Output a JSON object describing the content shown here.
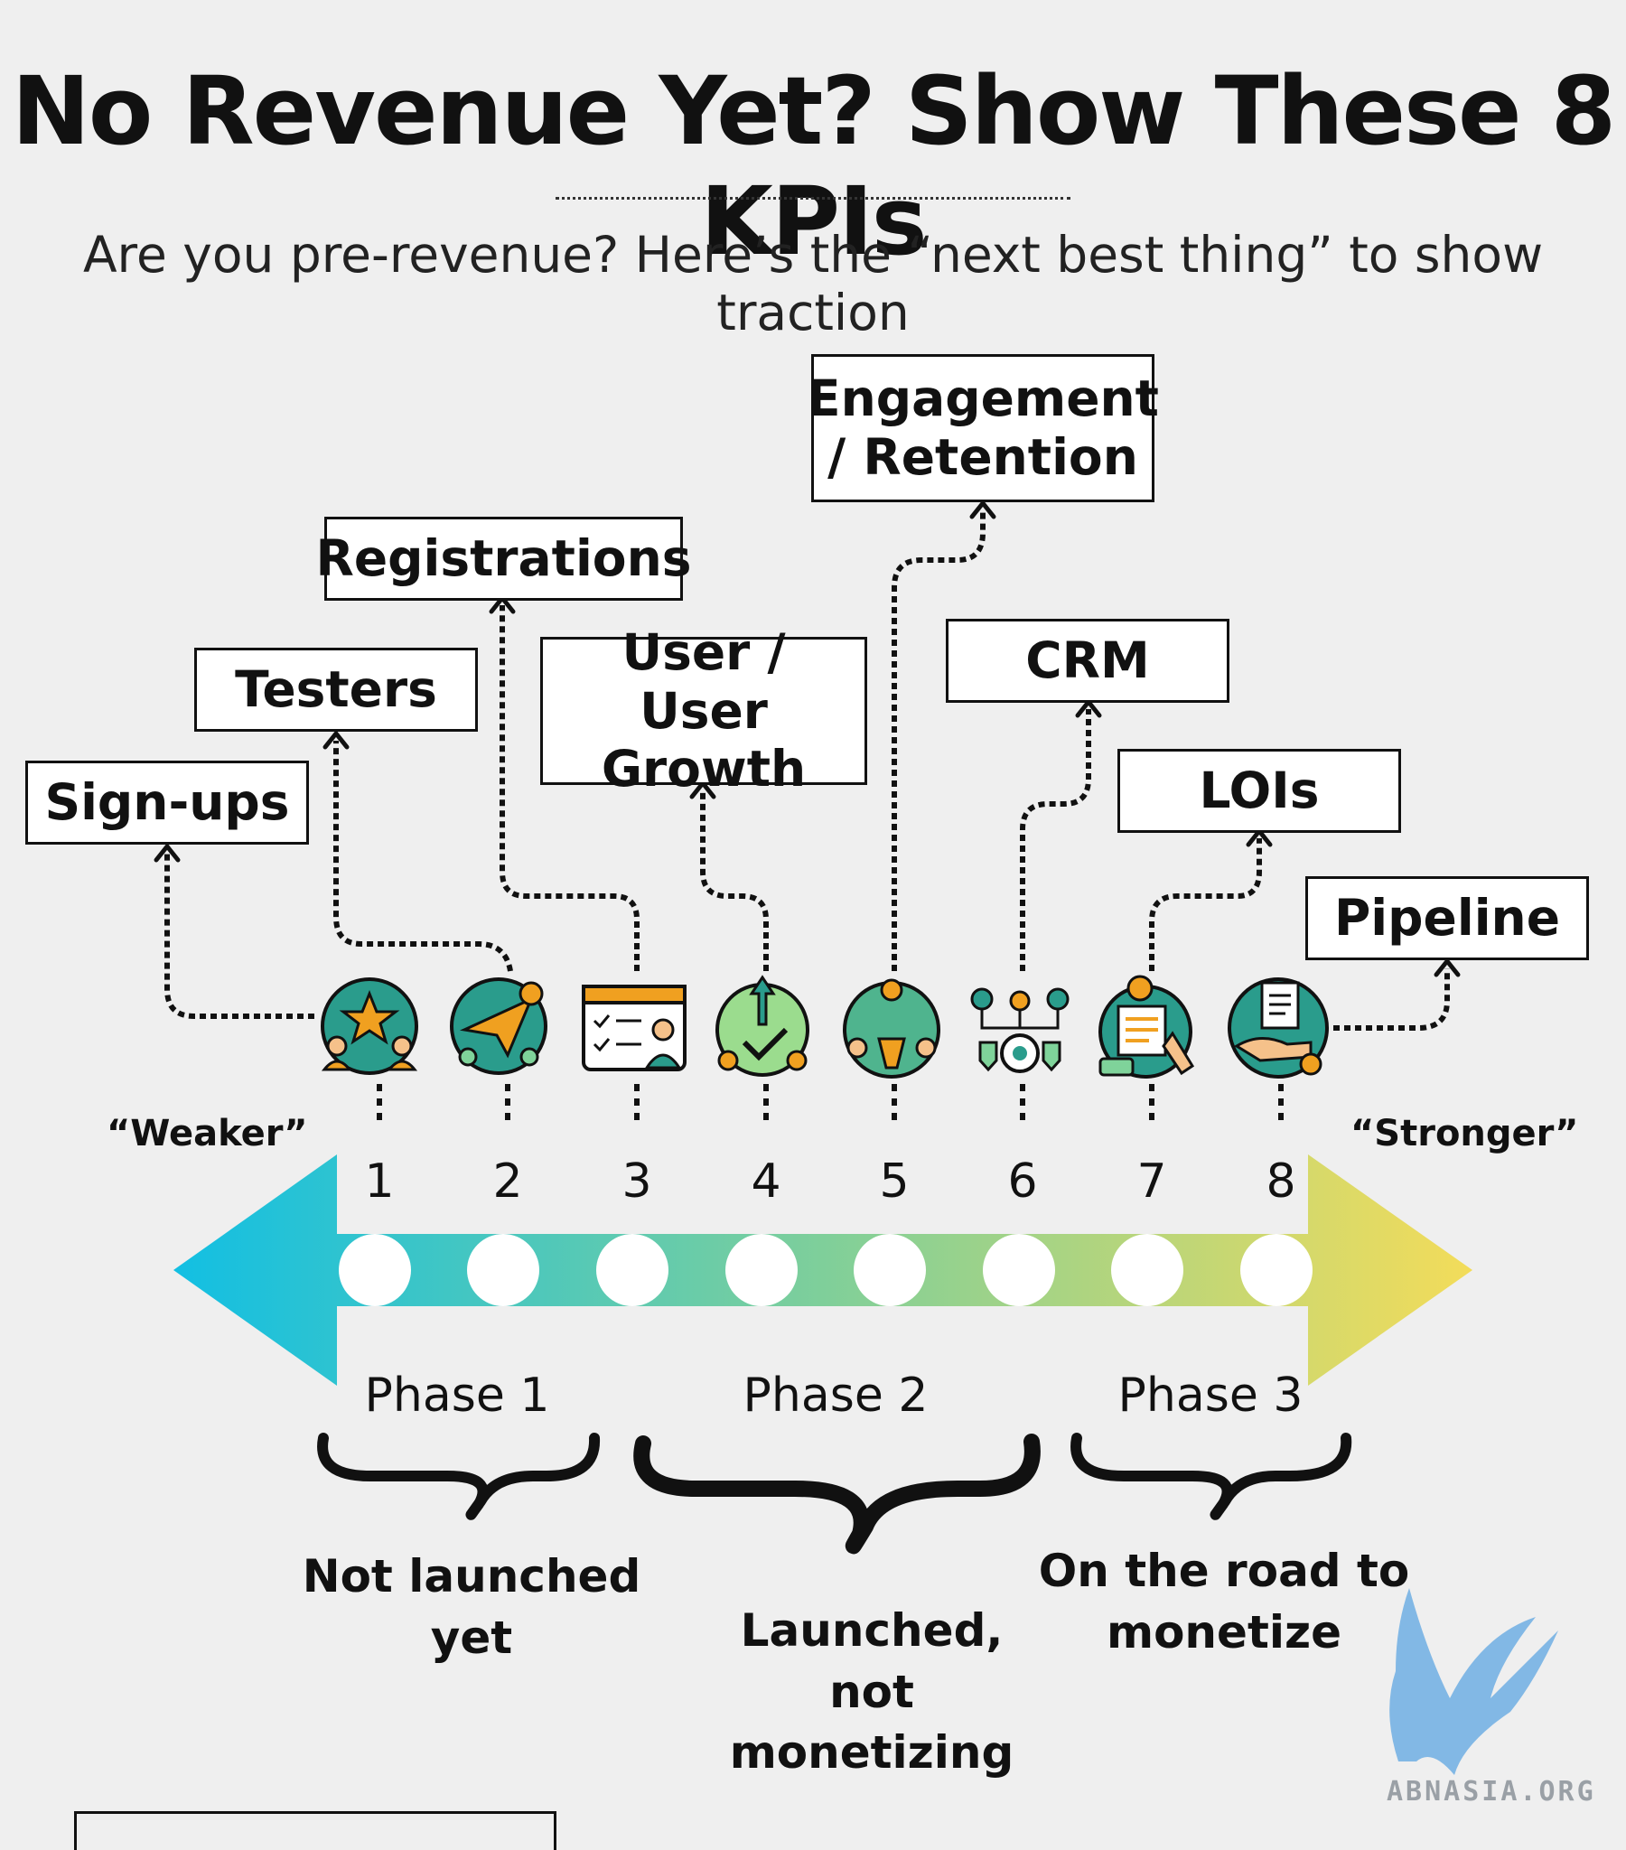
{
  "title": "No Revenue Yet? Show These 8 KPIs",
  "subtitle": "Are you pre-revenue? Here’s the “next best thing” to show traction",
  "kpis": [
    {
      "number": "1",
      "label": "Sign-ups",
      "icon": "people-star-icon"
    },
    {
      "number": "2",
      "label": "Testers",
      "icon": "paper-plane-team-icon"
    },
    {
      "number": "3",
      "label": "Registrations",
      "icon": "checklist-person-icon"
    },
    {
      "number": "4",
      "label": "User / User Growth",
      "icon": "growth-arrow-check-icon"
    },
    {
      "number": "5",
      "label": "Engagement / Retention",
      "icon": "engaged-community-icon"
    },
    {
      "number": "6",
      "label": "CRM",
      "icon": "crm-network-icon"
    },
    {
      "number": "7",
      "label": "LOIs",
      "icon": "signed-document-icon"
    },
    {
      "number": "8",
      "label": "Pipeline",
      "icon": "pipeline-hand-document-icon"
    }
  ],
  "scale": {
    "weaker_label": "“Weaker”",
    "stronger_label": "“Stronger”"
  },
  "phases": [
    {
      "label": "Phase 1",
      "description": "Not launched yet"
    },
    {
      "label": "Phase 2",
      "description": "Launched, not monetizing"
    },
    {
      "label": "Phase 3",
      "description": "On the road to monetize"
    }
  ],
  "watermark": "ABNASIA.ORG",
  "colors": {
    "arrow_start": "#12bfe3",
    "arrow_end": "#f3dc5a",
    "icon_teal": "#2a9c8c",
    "icon_orange": "#f0a020"
  }
}
